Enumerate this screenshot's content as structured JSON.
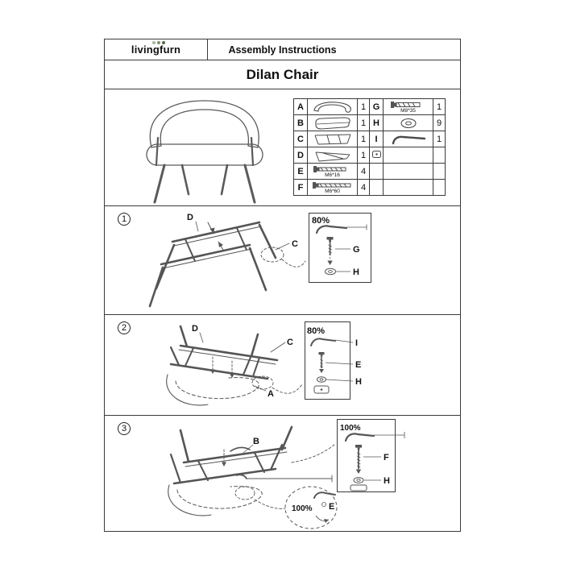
{
  "colors": {
    "line_art": "#555555",
    "border": "#3a3a3a",
    "text": "#111111",
    "logo_dot_1": "#a9b4a0",
    "logo_dot_2": "#7d9070",
    "logo_dot_3": "#55684b"
  },
  "header": {
    "logo_text": "livingfurn",
    "title": "Assembly Instructions"
  },
  "product_title": "Dilan Chair",
  "parts_table": {
    "left_rows": [
      {
        "letter": "A",
        "icon": "backrest-part-icon",
        "qty": "1"
      },
      {
        "letter": "B",
        "icon": "cushion-part-icon",
        "qty": "1"
      },
      {
        "letter": "C",
        "icon": "frame-c-part-icon",
        "qty": "1"
      },
      {
        "letter": "D",
        "icon": "frame-d-part-icon",
        "qty": "1"
      },
      {
        "letter": "E",
        "icon": "screw-part-icon",
        "spec": "M6*16",
        "qty": "4"
      },
      {
        "letter": "F",
        "icon": "screw-part-icon",
        "spec": "M6*60",
        "qty": "4"
      }
    ],
    "right_rows": [
      {
        "letter": "G",
        "icon": "bolt-part-icon",
        "spec": "M8*35",
        "qty": "1"
      },
      {
        "letter": "H",
        "icon": "washer-part-icon",
        "qty": "9"
      },
      {
        "letter": "I",
        "icon": "allen-key-part-icon",
        "qty": "1"
      },
      {
        "icon": "small-part-icon"
      }
    ]
  },
  "steps": {
    "step1": {
      "number": "1",
      "label_d": "D",
      "label_c": "C",
      "inset": {
        "zoom": "80%",
        "label_g": "G",
        "label_h": "H"
      }
    },
    "step2": {
      "number": "2",
      "label_d": "D",
      "label_c": "C",
      "label_a": "A",
      "inset": {
        "zoom": "80%",
        "label_i": "I",
        "label_e": "E",
        "label_h": "H"
      }
    },
    "step3": {
      "number": "3",
      "label_b": "B",
      "inset_top": {
        "zoom": "100%",
        "label_f": "F",
        "label_h": "H"
      },
      "inset_bottom": {
        "zoom": "100%",
        "label_e": "E"
      }
    }
  }
}
